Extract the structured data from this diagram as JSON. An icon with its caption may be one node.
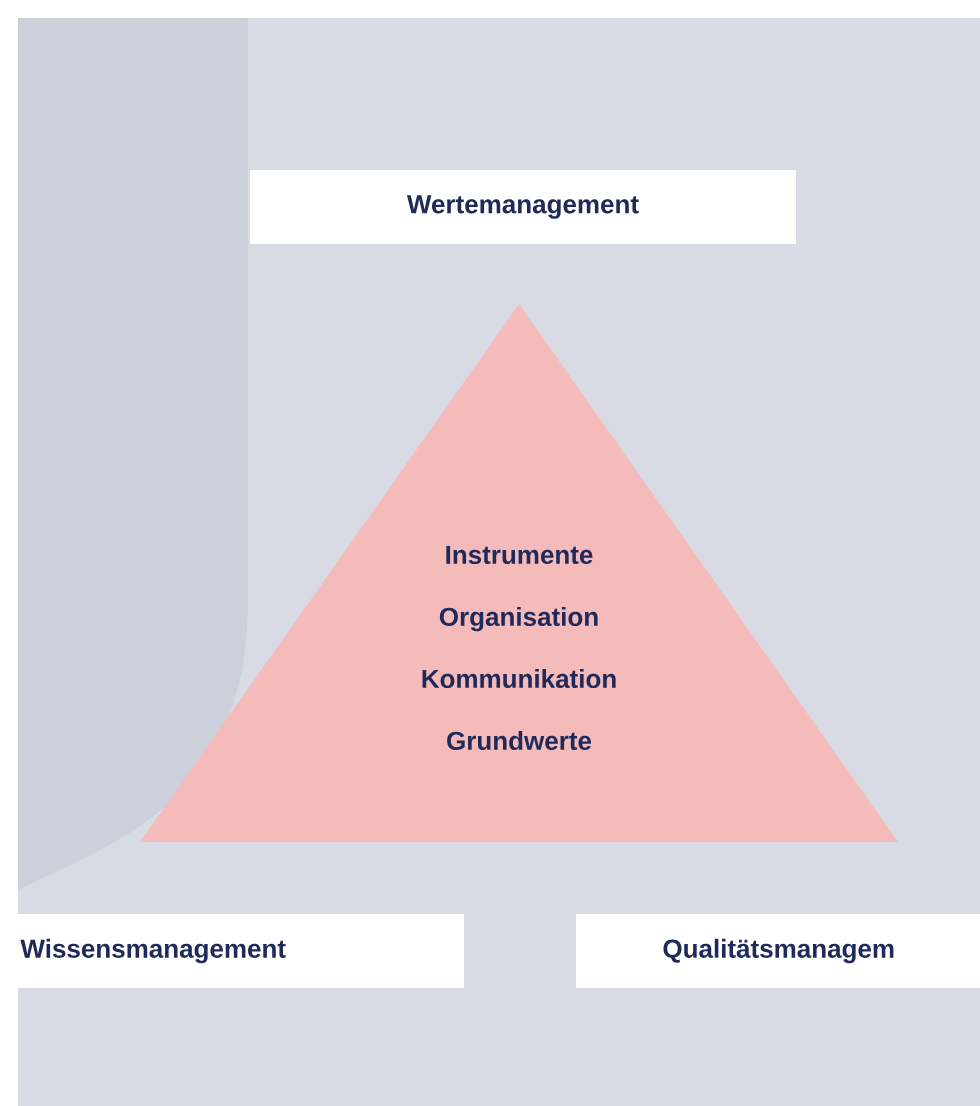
{
  "diagram": {
    "nodes": [
      {
        "text": [
          "Wertemanagement"
        ]
      },
      {
        "text": [
          "Instrumente",
          "Organisation",
          "Kommunikation",
          "Grundwerte"
        ]
      },
      {
        "text": [
          "Wissensmanagement"
        ]
      },
      {
        "text": [
          "Qualitätsmanagem"
        ]
      }
    ]
  }
}
